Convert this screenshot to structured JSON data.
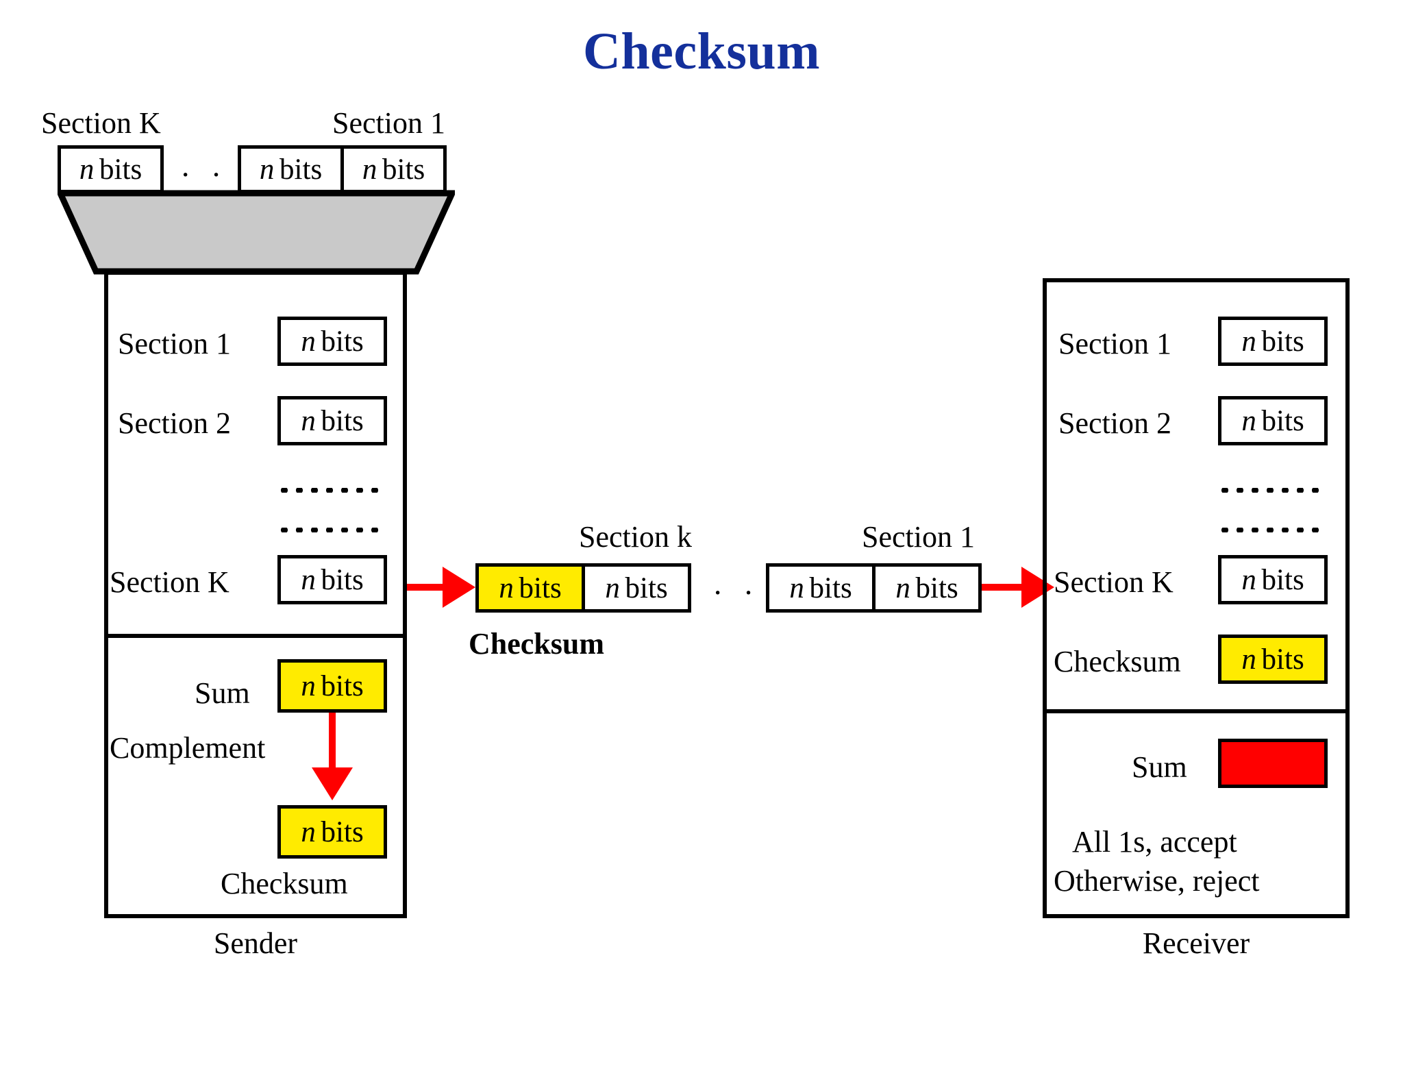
{
  "title": "Checksum",
  "colors": {
    "title": "#14309b",
    "checksum_highlight": "#ffeb00",
    "error_sum": "#ff0000",
    "arrow": "#ff0000",
    "funnel": "#c9c9c9",
    "outline": "#000000"
  },
  "labels": {
    "n_bits_italic": "n",
    "n_bits_rest": "bits",
    "ellipsis": "· · ·",
    "dots_row": "· · · · · · · · · · · ·"
  },
  "source_strip": {
    "header_left": "Section K",
    "header_right": "Section 1",
    "cells": [
      {
        "text": "n bits",
        "highlight": false
      },
      {
        "text": "n bits",
        "highlight": false
      },
      {
        "text": "n bits",
        "highlight": false
      }
    ]
  },
  "sender": {
    "caption": "Sender",
    "rows": [
      {
        "label": "Section 1",
        "cell": "n bits",
        "highlight": false
      },
      {
        "label": "Section 2",
        "cell": "n bits",
        "highlight": false
      },
      {
        "label": "Section K",
        "cell": "n bits",
        "highlight": false
      }
    ],
    "sum_label": "Sum",
    "sum_cell": "n bits",
    "complement_label": "Complement",
    "checksum_cell": "n bits",
    "checksum_label": "Checksum"
  },
  "transmitted": {
    "group_k_header": "Section k",
    "group_1_header": "Section 1",
    "checksum_label": "Checksum",
    "group_k_cells": [
      {
        "text": "n bits",
        "highlight": true
      },
      {
        "text": "n bits",
        "highlight": false
      }
    ],
    "group_1_cells": [
      {
        "text": "n bits",
        "highlight": false
      },
      {
        "text": "n bits",
        "highlight": false
      }
    ]
  },
  "receiver": {
    "caption": "Receiver",
    "rows": [
      {
        "label": "Section 1",
        "cell": "n bits",
        "highlight": false
      },
      {
        "label": "Section 2",
        "cell": "n bits",
        "highlight": false
      },
      {
        "label": "Section K",
        "cell": "n bits",
        "highlight": false
      },
      {
        "label": "Checksum",
        "cell": "n bits",
        "highlight": true
      }
    ],
    "sum_label": "Sum",
    "sum_cell": "",
    "verdict_line1": "All 1s, accept",
    "verdict_line2": "Otherwise, reject"
  }
}
